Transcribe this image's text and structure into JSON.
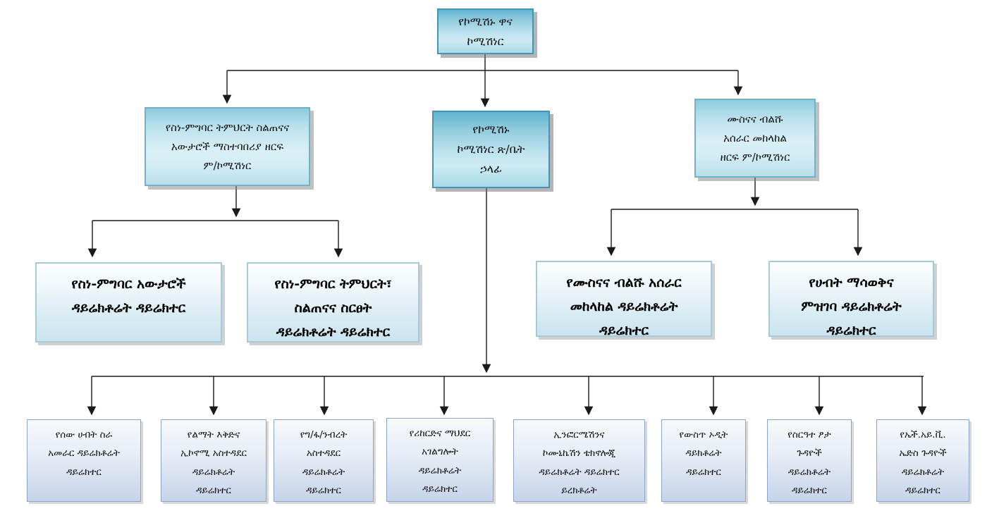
{
  "diagram": {
    "type": "org-chart",
    "language": "Amharic",
    "colors": {
      "node_teal_dark": "#7fc4da",
      "node_teal_light": "#cfeaf2",
      "node_blue_pale": "#d9ebf3",
      "node_lavender": "#d4dfee",
      "teal_border": "#4494b4",
      "lavender_border": "#87a5cd",
      "connector": "#1a1a1a",
      "background": "#ffffff"
    },
    "nodes": {
      "root": {
        "label": "የኮሚሽኑ ዋና\nኮሚሽነር"
      },
      "l2_left": {
        "label": "የስነ-ምግባር ትምህርት ስልጠናና\nአውታሮች ማስተባበሪያ ዘርፍ\nም/ኮሚሽነር"
      },
      "l2_center": {
        "label": "የኮሚሽኑ\nኮሚሽነር ጽ/ቤት\nኃላፊ"
      },
      "l2_right": {
        "label": "ሙስናና ብልሹ\nአሰራር መከላከል\nዘርፍ ም/ኮሚሽነር"
      },
      "l3_ethics_networks": {
        "label": "የስነ-ምግባር አውታሮች\nዳይሬክቶሬት ዳይሬክተር"
      },
      "l3_ethics_education": {
        "label": "የስነ-ምግባር ትምህርት፣\nስልጠናና ስርፀት\nዳይሬክቶሬት ዳይሬክተር"
      },
      "l3_corruption_prevention": {
        "label": "የሙስናና ብልሹ አሰራር\nመከላከል ዳይሬክቶሬት\nዳይሬክተር"
      },
      "l3_asset_disclosure": {
        "label": "የሀብት ማሳወቅና\nምዝገባ ዳይሬክቶሬት\nዳይሬክተር"
      },
      "b1_human_resource": {
        "label": "የሰው ሀብት ስራ\nአመራር ዳይሬክቶሬት\nዳይሬክተር"
      },
      "b2_development_plan": {
        "label": "የልማት እቅድና\nኢኮኖሚ አስተዳደር\nዳይሬክቶሬት\nዳይሬክተር"
      },
      "b3_finance_property": {
        "label": "የግ/ፋ/ንብረት\nአስተዳደር\nዳይሬክቶሬት\nዳይሬክተር"
      },
      "b4_records_archive": {
        "label": "የሪከርድና ማህደር\nአገልግሎት\nዳይሬክቶሬት\nዳይሬክተር"
      },
      "b5_ict": {
        "label": "ኢንፎርሜሽንና\nኮሙኒኬሽን ቴክኖሎጂ\nዳይሬክቶሬት ዳይሬክተር\nይረክቶሬት"
      },
      "b6_internal_audit": {
        "label": "የውስጥ ኦዲት\nዳይክቶሬት\nዳይሬክተር"
      },
      "b7_gender_affairs": {
        "label": "የስርዓተ ፆታ\nጉዳዮች\nዳይሬክቶሬት\nዳይሬክተር"
      },
      "b8_hiv_aids": {
        "label": "የኤች.አይ.ቪ.\nኤድስ ጉዳዮች\nዳይሬክቶሬት\nዳይሬክተር"
      }
    }
  }
}
